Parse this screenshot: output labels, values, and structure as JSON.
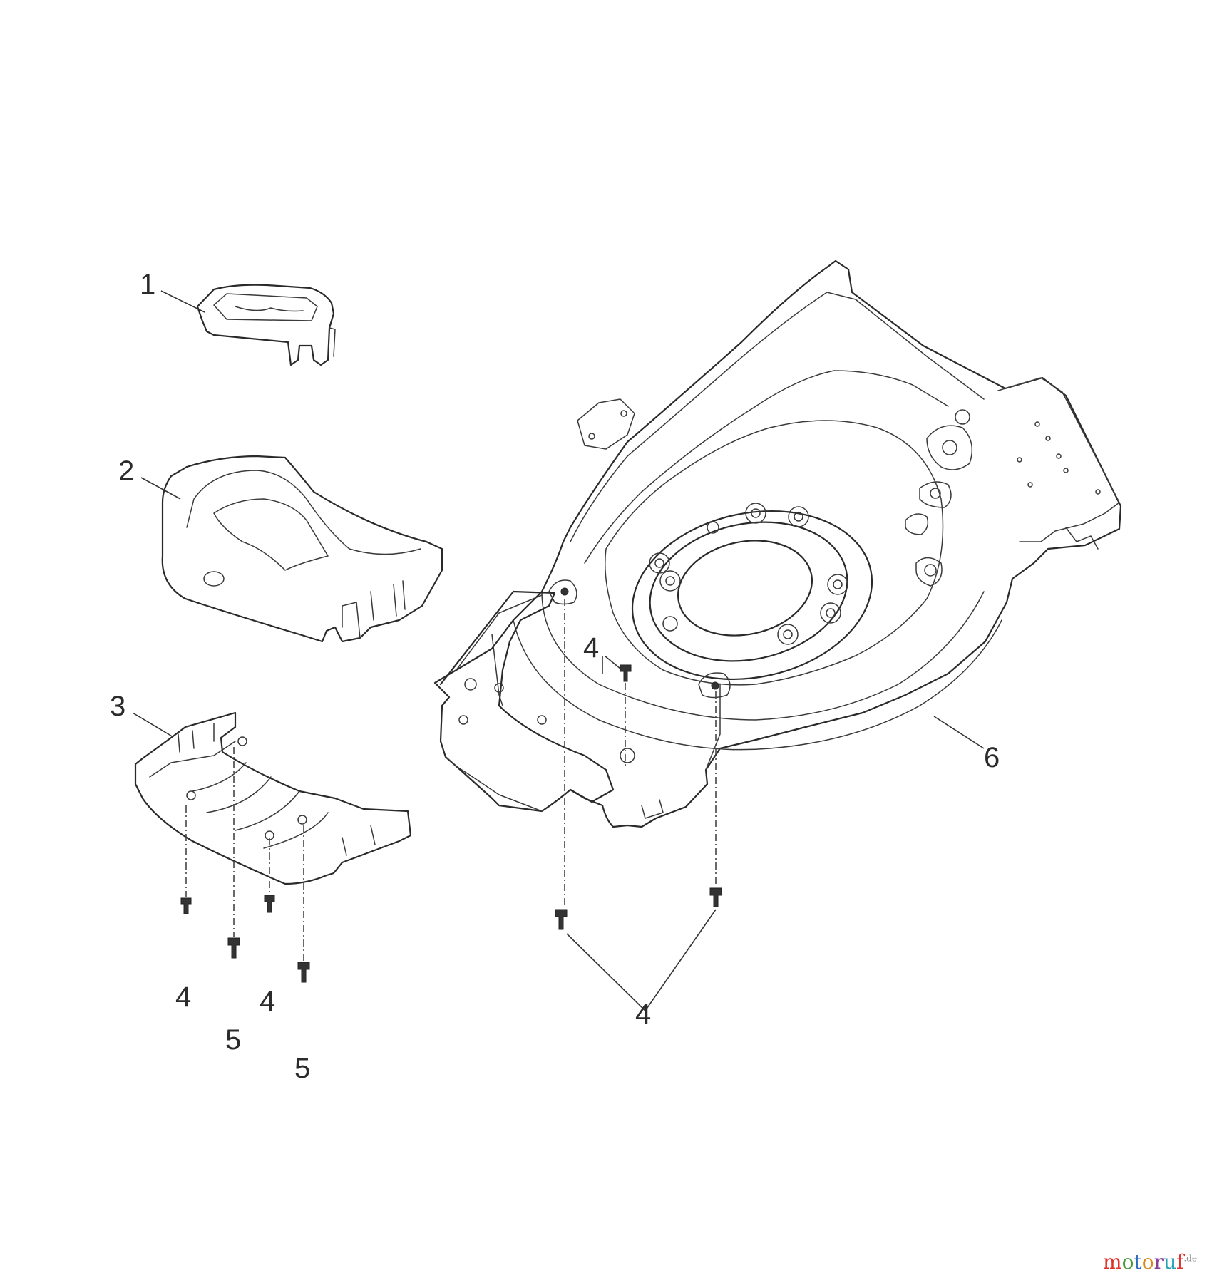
{
  "diagram": {
    "callouts": {
      "c1": "1",
      "c2": "2",
      "c3": "3",
      "c4_center": "4",
      "c4_left_a": "4",
      "c4_left_b": "4",
      "c5_a": "5",
      "c5_b": "5",
      "c4_bottom": "4",
      "c6": "6"
    },
    "watermark": {
      "letters": [
        "m",
        "o",
        "t",
        "o",
        "r",
        "u",
        "f"
      ],
      "letter_colors": [
        "#e2302b",
        "#4a9a3a",
        "#2d6bbf",
        "#d98b1a",
        "#8a3f9a",
        "#2aa3b8",
        "#e2302b"
      ],
      "suffix": ".de"
    }
  }
}
